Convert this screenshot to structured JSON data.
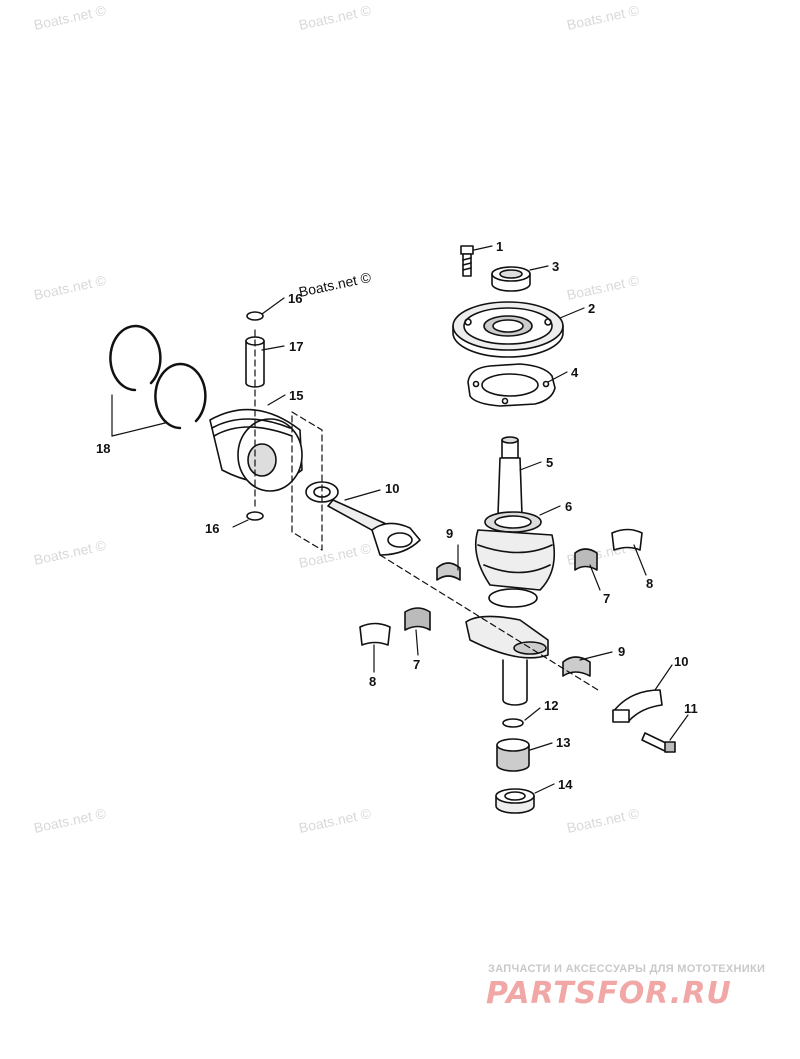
{
  "watermark": "Boats.net ©",
  "callouts": {
    "c1": "1",
    "c2": "2",
    "c3": "3",
    "c4": "4",
    "c5": "5",
    "c6": "6",
    "c7a": "7",
    "c7b": "7",
    "c8a": "8",
    "c8b": "8",
    "c9a": "9",
    "c9b": "9",
    "c10a": "10",
    "c10b": "10",
    "c11": "11",
    "c12": "12",
    "c13": "13",
    "c14": "14",
    "c15": "15",
    "c16a": "16",
    "c16b": "16",
    "c17": "17",
    "c18": "18"
  },
  "branding": {
    "caption": "ЗАПЧАСТИ И АКСЕССУАРЫ ДЛЯ МОТОТЕХНИКИ",
    "logo": "PARTSFOR.RU",
    "logo_color": "#f2a7a7"
  }
}
